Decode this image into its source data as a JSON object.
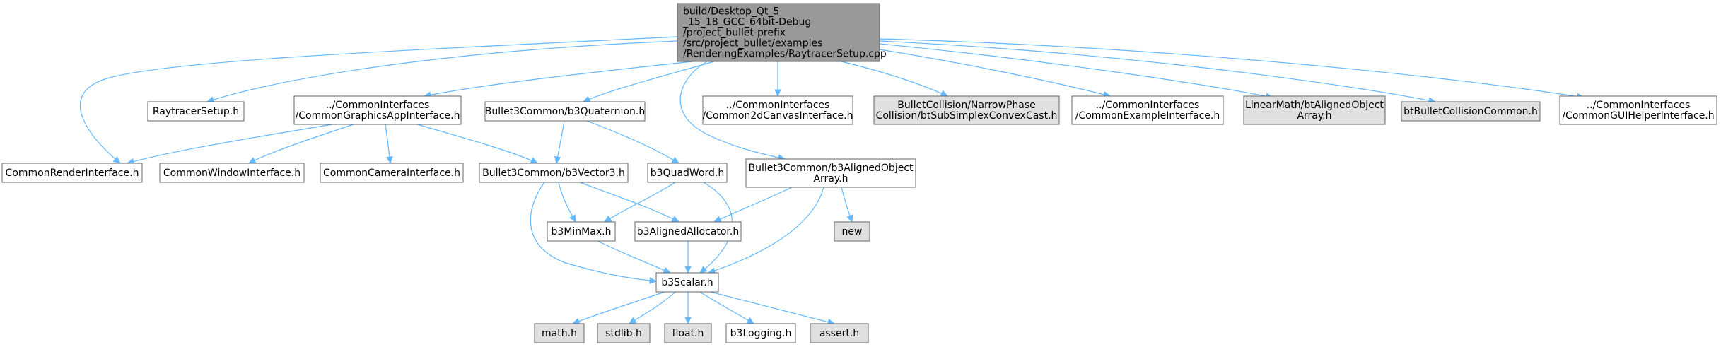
{
  "graph": {
    "colors": {
      "root_fill": "#999999",
      "documented_fill": "#ffffff",
      "external_fill": "#e0e0e0",
      "border": "#666666",
      "edge": "#63b8ff"
    },
    "nodes": [
      {
        "id": "root",
        "kind": "root",
        "lines": [
          "build/Desktop_Qt_5",
          "_15_18_GCC_64bit-Debug",
          "/project_bullet-prefix",
          "/src/project_bullet/examples",
          "/RenderingExamples/RaytracerSetup.cpp"
        ]
      },
      {
        "id": "raytracer-setup-h",
        "kind": "documented",
        "lines": [
          "RaytracerSetup.h"
        ]
      },
      {
        "id": "common-graphics-app-interface-h",
        "kind": "documented",
        "lines": [
          "../CommonInterfaces",
          "/CommonGraphicsAppInterface.h"
        ]
      },
      {
        "id": "b3-quaternion-h",
        "kind": "documented",
        "lines": [
          "Bullet3Common/b3Quaternion.h"
        ]
      },
      {
        "id": "common-2d-canvas-interface-h",
        "kind": "documented",
        "lines": [
          "../CommonInterfaces",
          "/Common2dCanvasInterface.h"
        ]
      },
      {
        "id": "bt-sub-simplex-convex-cast-h",
        "kind": "external",
        "lines": [
          "BulletCollision/NarrowPhase",
          "Collision/btSubSimplexConvexCast.h"
        ]
      },
      {
        "id": "common-example-interface-h",
        "kind": "documented",
        "lines": [
          "../CommonInterfaces",
          "/CommonExampleInterface.h"
        ]
      },
      {
        "id": "bt-aligned-object-array-h",
        "kind": "external",
        "lines": [
          "LinearMath/btAlignedObject",
          "Array.h"
        ]
      },
      {
        "id": "bt-bullet-collision-common-h",
        "kind": "external",
        "lines": [
          "btBulletCollisionCommon.h"
        ]
      },
      {
        "id": "common-gui-helper-interface-h",
        "kind": "documented",
        "lines": [
          "../CommonInterfaces",
          "/CommonGUIHelperInterface.h"
        ]
      },
      {
        "id": "common-render-interface-h",
        "kind": "documented",
        "lines": [
          "CommonRenderInterface.h"
        ]
      },
      {
        "id": "common-window-interface-h",
        "kind": "documented",
        "lines": [
          "CommonWindowInterface.h"
        ]
      },
      {
        "id": "common-camera-interface-h",
        "kind": "documented",
        "lines": [
          "CommonCameraInterface.h"
        ]
      },
      {
        "id": "b3-vector3-h",
        "kind": "documented",
        "lines": [
          "Bullet3Common/b3Vector3.h"
        ]
      },
      {
        "id": "b3-quad-word-h",
        "kind": "documented",
        "lines": [
          "b3QuadWord.h"
        ]
      },
      {
        "id": "b3-aligned-object-array-h",
        "kind": "documented",
        "lines": [
          "Bullet3Common/b3AlignedObject",
          "Array.h"
        ]
      },
      {
        "id": "b3-min-max-h",
        "kind": "documented",
        "lines": [
          "b3MinMax.h"
        ]
      },
      {
        "id": "b3-aligned-allocator-h",
        "kind": "documented",
        "lines": [
          "b3AlignedAllocator.h"
        ]
      },
      {
        "id": "new",
        "kind": "external",
        "lines": [
          "new"
        ]
      },
      {
        "id": "b3-scalar-h",
        "kind": "documented",
        "lines": [
          "b3Scalar.h"
        ]
      },
      {
        "id": "math-h",
        "kind": "external",
        "lines": [
          "math.h"
        ]
      },
      {
        "id": "stdlib-h",
        "kind": "external",
        "lines": [
          "stdlib.h"
        ]
      },
      {
        "id": "float-h",
        "kind": "external",
        "lines": [
          "float.h"
        ]
      },
      {
        "id": "b3-logging-h",
        "kind": "documented",
        "lines": [
          "b3Logging.h"
        ]
      },
      {
        "id": "assert-h",
        "kind": "external",
        "lines": [
          "assert.h"
        ]
      }
    ],
    "edges": [
      {
        "from": "root",
        "to": "raytracer-setup-h"
      },
      {
        "from": "root",
        "to": "common-graphics-app-interface-h"
      },
      {
        "from": "root",
        "to": "b3-quaternion-h"
      },
      {
        "from": "root",
        "to": "common-2d-canvas-interface-h"
      },
      {
        "from": "root",
        "to": "bt-sub-simplex-convex-cast-h"
      },
      {
        "from": "root",
        "to": "common-example-interface-h"
      },
      {
        "from": "root",
        "to": "bt-aligned-object-array-h"
      },
      {
        "from": "root",
        "to": "bt-bullet-collision-common-h"
      },
      {
        "from": "root",
        "to": "common-gui-helper-interface-h"
      },
      {
        "from": "root",
        "to": "common-render-interface-h"
      },
      {
        "from": "root",
        "to": "b3-aligned-object-array-h"
      },
      {
        "from": "common-graphics-app-interface-h",
        "to": "common-render-interface-h"
      },
      {
        "from": "common-graphics-app-interface-h",
        "to": "common-window-interface-h"
      },
      {
        "from": "common-graphics-app-interface-h",
        "to": "common-camera-interface-h"
      },
      {
        "from": "common-graphics-app-interface-h",
        "to": "b3-vector3-h"
      },
      {
        "from": "b3-quaternion-h",
        "to": "b3-vector3-h"
      },
      {
        "from": "b3-quaternion-h",
        "to": "b3-quad-word-h"
      },
      {
        "from": "b3-vector3-h",
        "to": "b3-min-max-h"
      },
      {
        "from": "b3-vector3-h",
        "to": "b3-aligned-allocator-h"
      },
      {
        "from": "b3-vector3-h",
        "to": "b3-scalar-h"
      },
      {
        "from": "b3-quad-word-h",
        "to": "b3-min-max-h"
      },
      {
        "from": "b3-quad-word-h",
        "to": "b3-scalar-h"
      },
      {
        "from": "b3-aligned-object-array-h",
        "to": "b3-aligned-allocator-h"
      },
      {
        "from": "b3-aligned-object-array-h",
        "to": "new"
      },
      {
        "from": "b3-aligned-object-array-h",
        "to": "b3-scalar-h"
      },
      {
        "from": "b3-min-max-h",
        "to": "b3-scalar-h"
      },
      {
        "from": "b3-aligned-allocator-h",
        "to": "b3-scalar-h"
      },
      {
        "from": "b3-scalar-h",
        "to": "math-h"
      },
      {
        "from": "b3-scalar-h",
        "to": "stdlib-h"
      },
      {
        "from": "b3-scalar-h",
        "to": "float-h"
      },
      {
        "from": "b3-scalar-h",
        "to": "b3-logging-h"
      },
      {
        "from": "b3-scalar-h",
        "to": "assert-h"
      }
    ]
  }
}
